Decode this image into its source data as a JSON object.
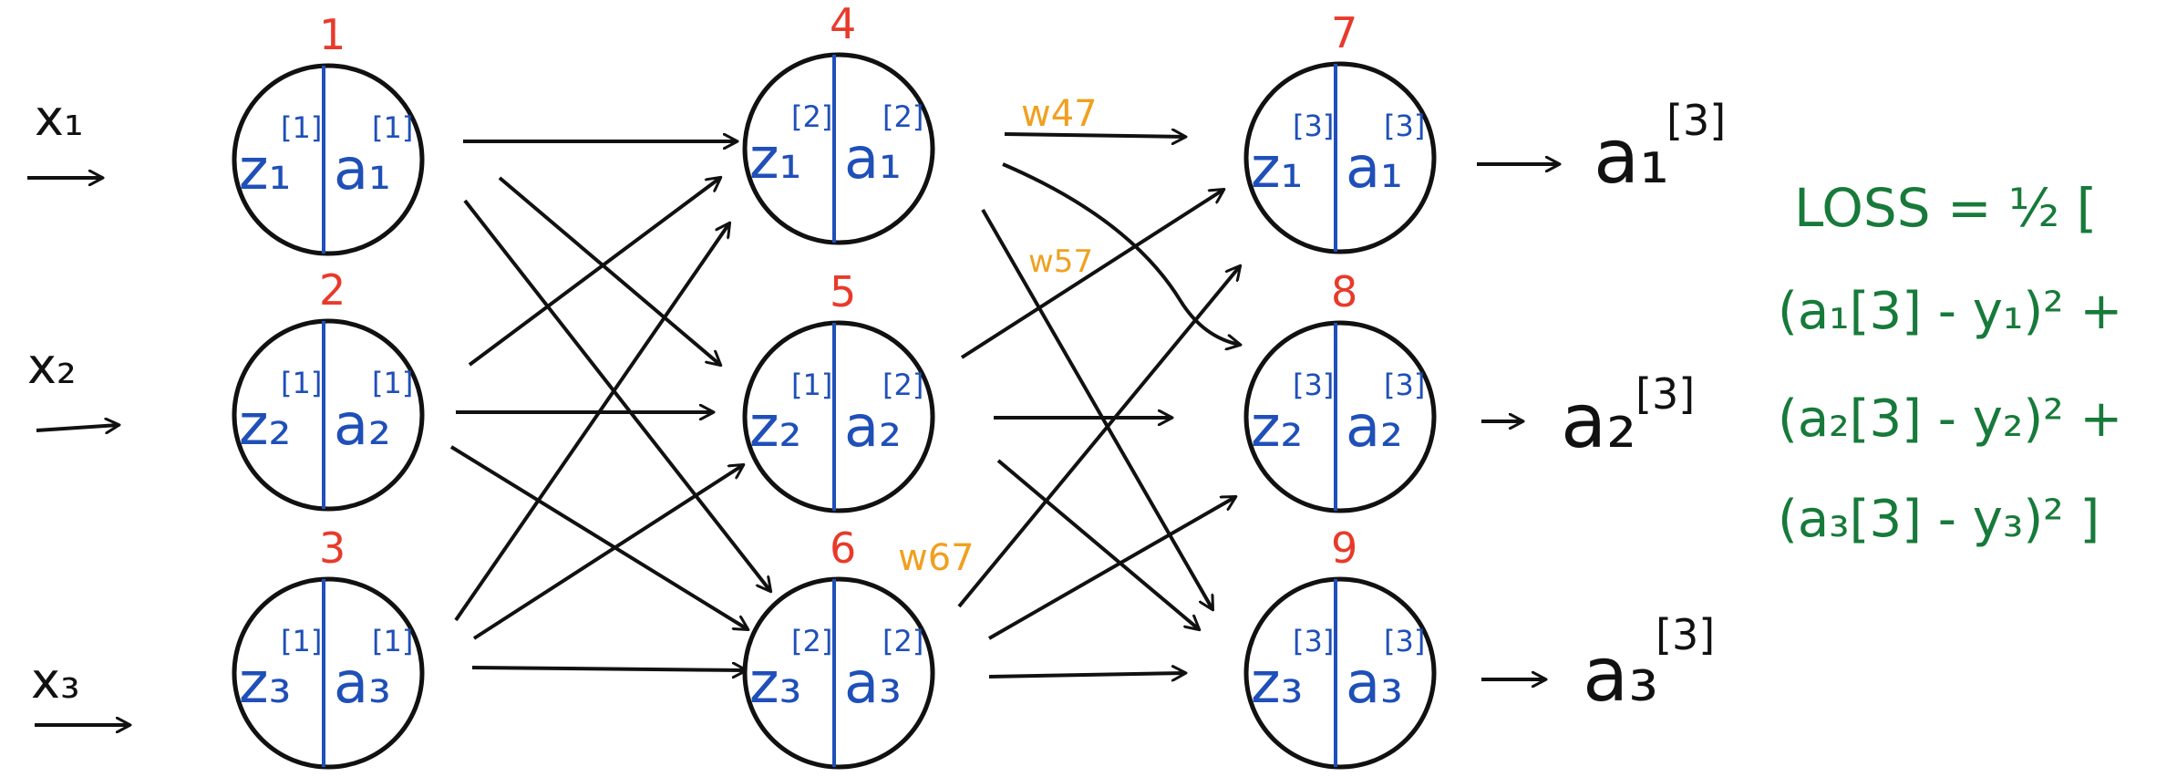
{
  "colors": {
    "node_stroke": "#111111",
    "node_divider": "#1f4fb8",
    "node_text": "#1f4fb8",
    "index": "#e83a2a",
    "weight": "#f0a020",
    "loss": "#177a3a",
    "ink": "#111111"
  },
  "inputs": [
    {
      "label": "x₁"
    },
    {
      "label": "x₂"
    },
    {
      "label": "x₃"
    }
  ],
  "layers": [
    {
      "nodes": [
        {
          "index": "1",
          "z": "z₁",
          "z_sup": "[1]",
          "a": "a₁",
          "a_sup": "[1]"
        },
        {
          "index": "2",
          "z": "z₂",
          "z_sup": "[1]",
          "a": "a₂",
          "a_sup": "[1]"
        },
        {
          "index": "3",
          "z": "z₃",
          "z_sup": "[1]",
          "a": "a₃",
          "a_sup": "[1]"
        }
      ]
    },
    {
      "nodes": [
        {
          "index": "4",
          "z": "z₁",
          "z_sup": "[2]",
          "a": "a₁",
          "a_sup": "[2]"
        },
        {
          "index": "5",
          "z": "z₂",
          "z_sup": "[1]",
          "a": "a₂",
          "a_sup": "[2]"
        },
        {
          "index": "6",
          "z": "z₃",
          "z_sup": "[2]",
          "a": "a₃",
          "a_sup": "[2]"
        }
      ]
    },
    {
      "nodes": [
        {
          "index": "7",
          "z": "z₁",
          "z_sup": "[3]",
          "a": "a₁",
          "a_sup": "[3]"
        },
        {
          "index": "8",
          "z": "z₂",
          "z_sup": "[3]",
          "a": "a₂",
          "a_sup": "[3]"
        },
        {
          "index": "9",
          "z": "z₃",
          "z_sup": "[3]",
          "a": "a₃",
          "a_sup": "[3]"
        }
      ]
    }
  ],
  "weights": [
    {
      "label": "w47"
    },
    {
      "label": "w57"
    },
    {
      "label": "w67"
    }
  ],
  "outputs": [
    {
      "label": "a₁",
      "sup": "[3]"
    },
    {
      "label": "a₂",
      "sup": "[3]"
    },
    {
      "label": "a₃",
      "sup": "[3]"
    }
  ],
  "loss": {
    "line1": "LOSS = ½ [",
    "line2": "(a₁[3] - y₁)² +",
    "line3": "(a₂[3] - y₂)² +",
    "line4": "(a₃[3] - y₃)² ]"
  }
}
